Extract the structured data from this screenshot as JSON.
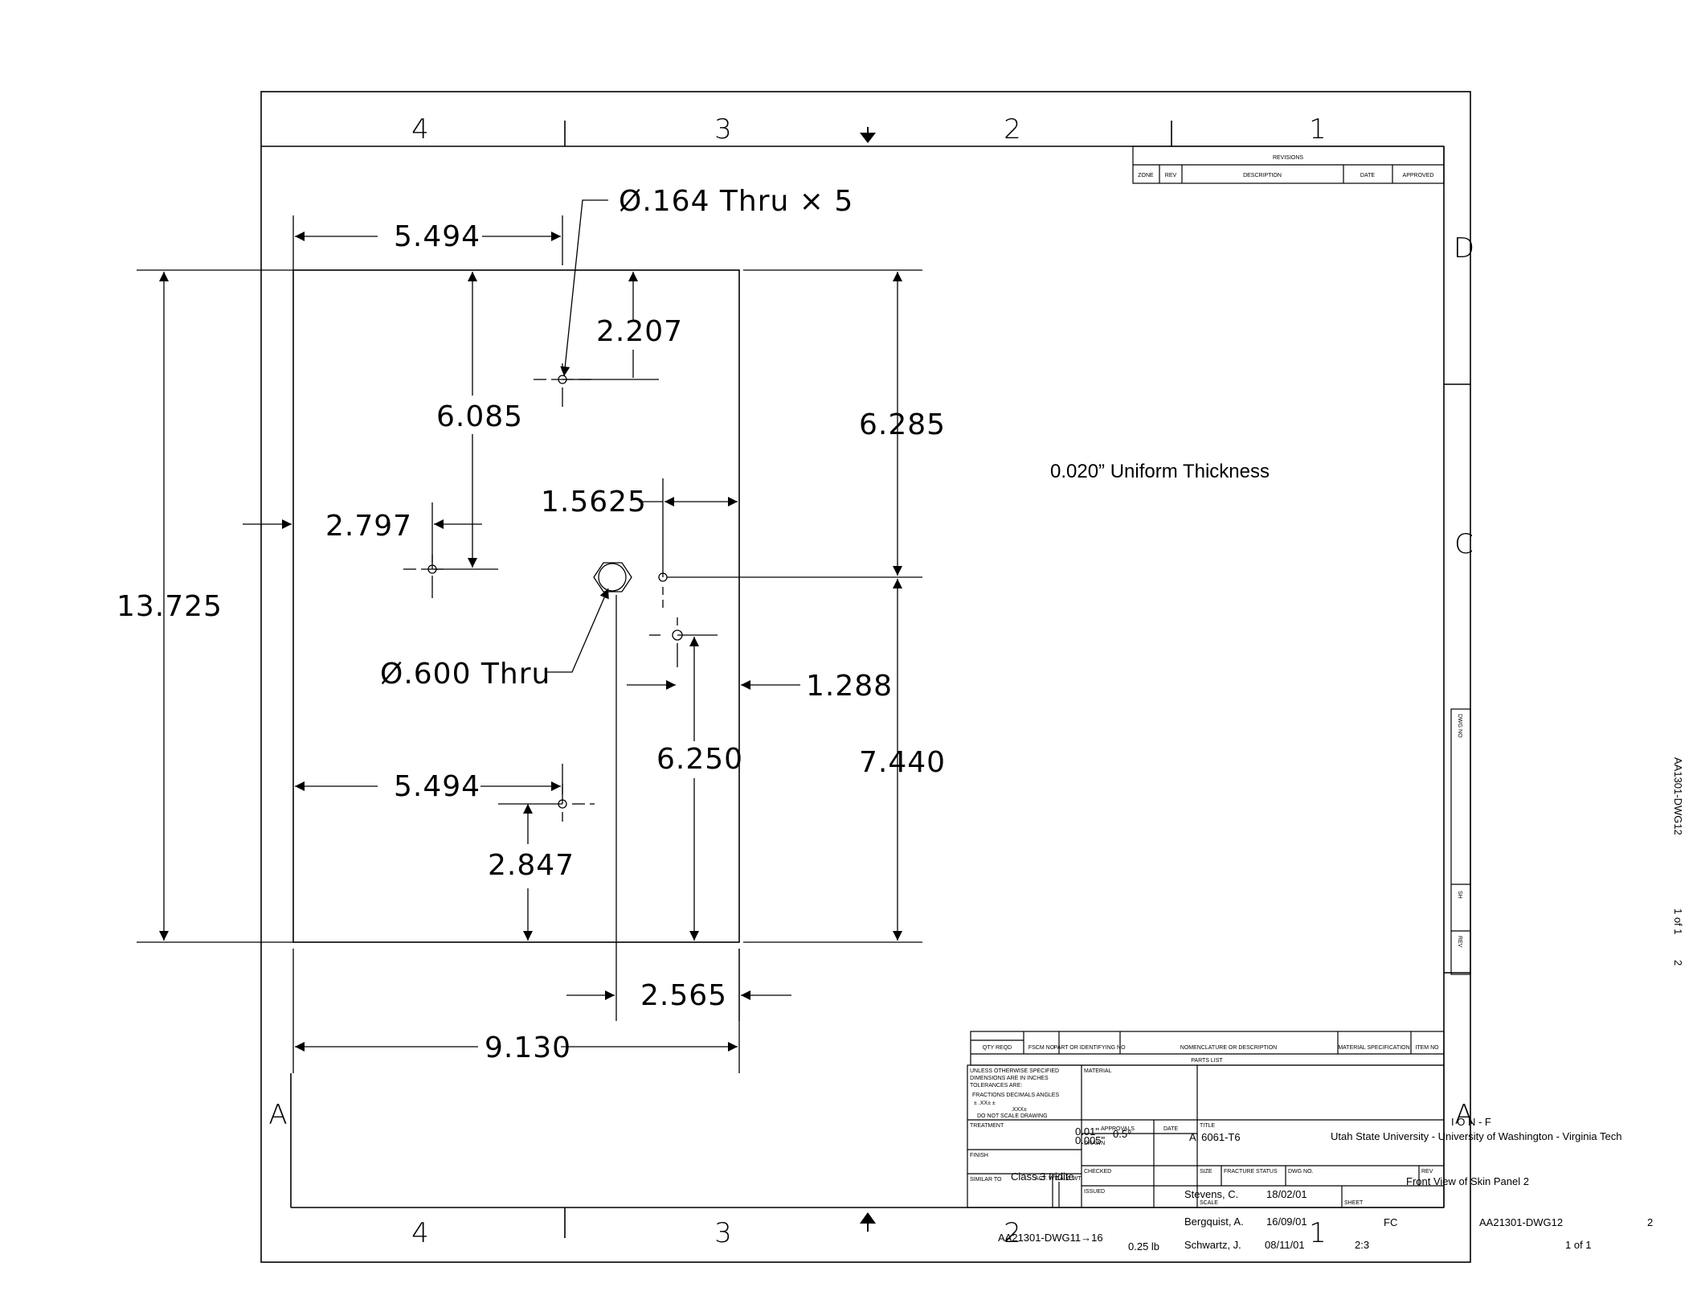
{
  "zones_top": [
    "4",
    "3",
    "2",
    "1"
  ],
  "zones_bottom": [
    "4",
    "3",
    "2",
    "1"
  ],
  "zones_side": [
    "D",
    "C",
    "A",
    "A"
  ],
  "dimensions": {
    "top_left_width": "5.494",
    "hole_callout": "Ø.164  Thru × 5",
    "top_right_vertical": "2.207",
    "left_hole_vertical": "6.085",
    "right_top_vertical": "6.285",
    "center_offset": "1.5625",
    "left_hole_horizontal": "2.797",
    "overall_height": "13.725",
    "center_hole_callout": "Ø.600  Thru",
    "right_offset": "1.288",
    "bottom_right_vertical": "6.250",
    "right_bottom_vertical": "7.440",
    "bottom_left_width": "5.494",
    "bottom_hole_vertical": "2.847",
    "bottom_center_width": "2.565",
    "overall_width": "9.130"
  },
  "note": "0.020” Uniform Thickness",
  "revisions": {
    "title": "REVISIONS",
    "cols": [
      "ZONE",
      "REV",
      "DESCRIPTION",
      "DATE",
      "APPROVED"
    ]
  },
  "side_strip": [
    "DWG NO",
    "SH",
    "REV"
  ],
  "side_text": {
    "dwg": "AA1301-DWG12",
    "sheet": "1 of 1",
    "rev": "2"
  },
  "parts_list": {
    "cols": [
      "QTY REQD",
      "FSCM NO",
      "PART OR IDENTIFYING NO",
      "NOMENCLATURE OR DESCRIPTION",
      "MATERIAL SPECIFICATION",
      "ITEM NO"
    ],
    "title": "PARTS LIST"
  },
  "title_block": {
    "tol_l1": "UNLESS OTHERWISE SPECIFIED",
    "tol_l2": "DIMENSIONS ARE IN INCHES",
    "tol_l3": "TOLERANCES ARE:",
    "tol_l4": "FRACTIONS  DECIMALS  ANGLES",
    "tol_l5": "±           .XX±       ±",
    "tol_l6": ".XXX±",
    "tol_l7": "DO NOT SCALE DRAWING",
    "material_lbl": "MATERIAL",
    "treatment_lbl": "TREATMENT",
    "finish_lbl": "FINISH",
    "similar_lbl": "SIMILAR TO",
    "act_wt_lbl": "ACT. WT.",
    "calc_wt_lbl": "CALC WT",
    "approvals_lbl": "APPROVALS",
    "date_lbl": "DATE",
    "drawn_lbl": "DRAWN",
    "checked_lbl": "CHECKED",
    "issued_lbl": "ISSUED",
    "title_lbl": "TITLE",
    "size_lbl": "SIZE",
    "fracture_lbl": "FRACTURE STATUS",
    "dwg_no_lbl": "DWG NO.",
    "rev_lbl": "REV",
    "scale_lbl": "SCALE",
    "sheet_lbl": "SHEET",
    "tol_a": "0.01\"",
    "tol_b": "0.005\"",
    "tol_c": "0.5°",
    "material": "Al 6061-T6",
    "org": "Utah State University - University of Washington - Virginia Tech",
    "org_prefix": "I O N - F",
    "finish": "Class 3 Iridite",
    "title": "Front View of Skin Panel 2",
    "drawn_by": "Stevens, C.",
    "drawn_date": "18/02/01",
    "checked_by": "Bergquist, A.",
    "checked_date": "16/09/01",
    "issued_by": "Schwartz, J.",
    "issued_date": "08/11/01",
    "similar_to": "AA21301-DWG11→16",
    "weight": "0.25 lb",
    "scale": "2:3",
    "size": "FC",
    "dwg_no": "AA21301-DWG12",
    "rev": "2",
    "sheet": "1 of 1"
  }
}
